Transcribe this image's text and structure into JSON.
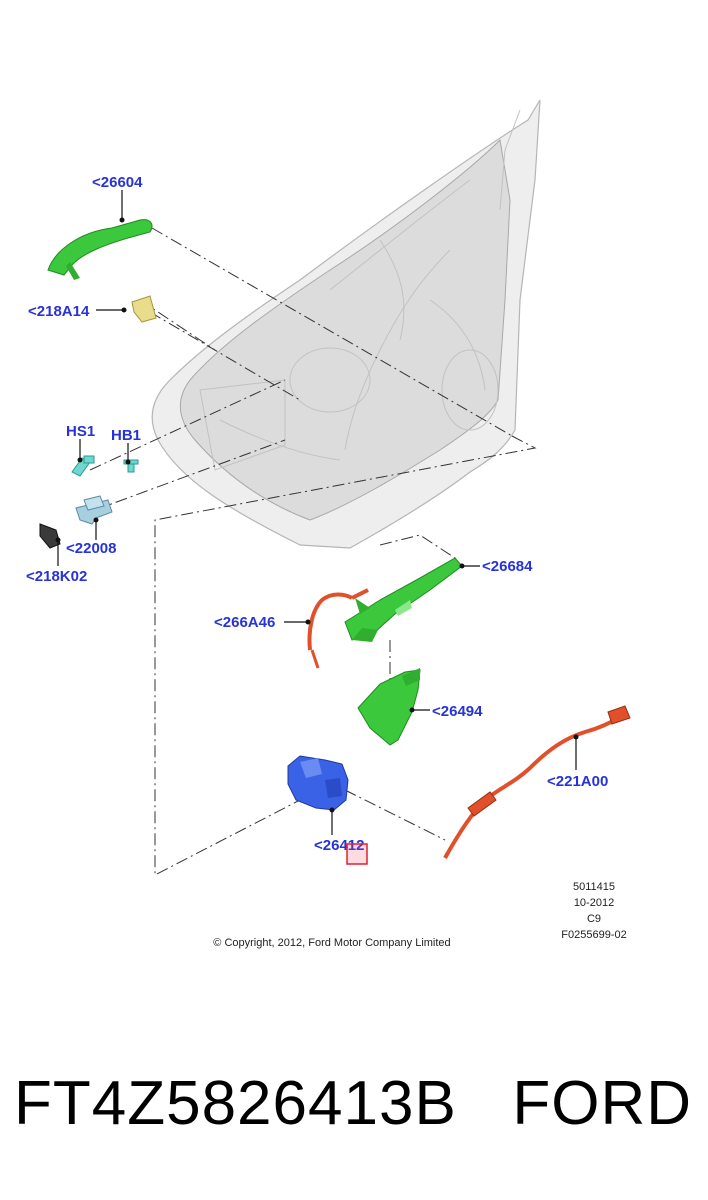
{
  "diagram": {
    "callouts": {
      "c26604": "<26604",
      "c218a14": "<218A14",
      "hs1": "HS1",
      "hb1": "HB1",
      "c22008": "<22008",
      "c218k02": "<218K02",
      "c26684": "<26684",
      "c266a46": "<266A46",
      "c26494": "<26494",
      "c221a00": "<221A00",
      "c26413": "<26412"
    },
    "reference": {
      "line1": "5011415",
      "line2": "10-2012",
      "line3": "C9",
      "line4": "F0255699-02"
    },
    "copyright": "© Copyright, 2012, Ford Motor Company Limited"
  },
  "caption": {
    "part_number": "FT4Z5826413B",
    "brand": "FORD"
  },
  "colors": {
    "callout_text": "#2733d6",
    "handle_green": "#3cc83c",
    "latch_blue": "#3a62e6",
    "cable_red": "#e0502a",
    "clip_yellow": "#e9dc8a",
    "highlight_box": "#e02030"
  }
}
